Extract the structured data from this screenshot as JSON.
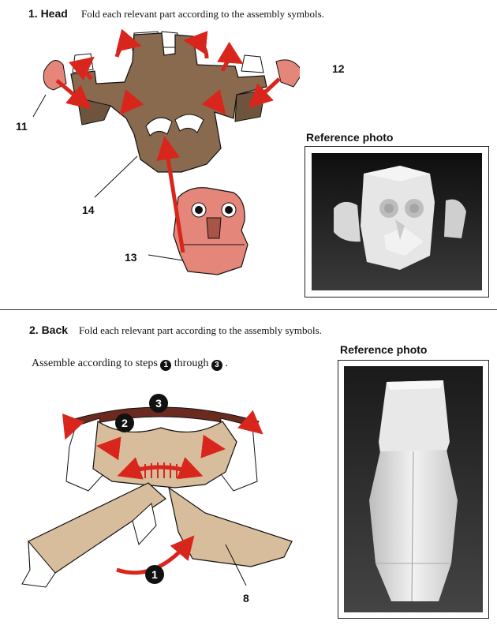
{
  "section1": {
    "heading": "1. Head",
    "description": "Fold each relevant part according to the assembly symbols.",
    "reference_label": "Reference photo",
    "part_labels": {
      "p11": "11",
      "p12": "12",
      "p13": "13",
      "p14": "14"
    }
  },
  "section2": {
    "heading": "2. Back",
    "description": "Fold each relevant part according to the assembly symbols.",
    "instruction_before": "Assemble according to steps",
    "step_first": "1",
    "instruction_middle": "through",
    "step_last": "3",
    "instruction_after": ".",
    "reference_label": "Reference photo",
    "part_labels": {
      "p8": "8"
    },
    "step_markers": {
      "s1": "1",
      "s2": "2",
      "s3": "3"
    }
  },
  "colors": {
    "head_brown": "#8a6a4e",
    "face_pink": "#e4877a",
    "back_tan": "#d8bd9c",
    "arrow_red": "#d9261c",
    "dark_band": "#6b2a20"
  },
  "icons": [
    "fold-arrow-icon",
    "step-number-icon"
  ]
}
